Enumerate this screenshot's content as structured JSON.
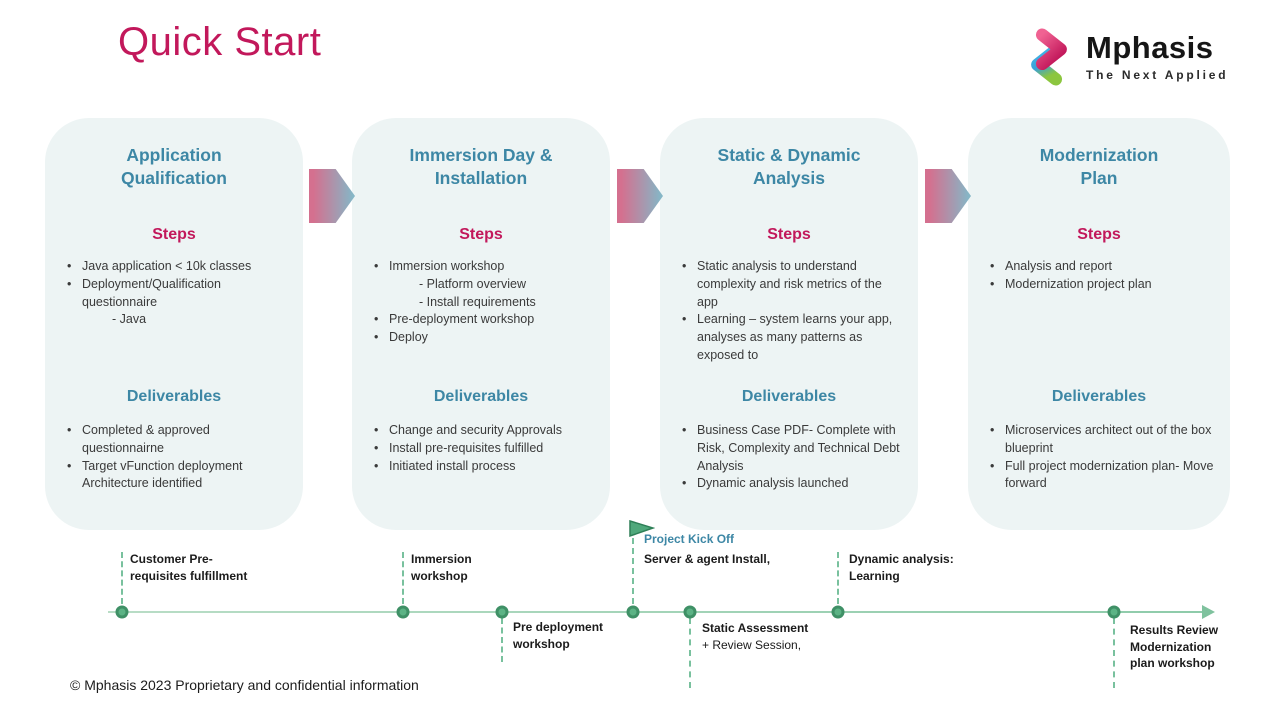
{
  "header": {
    "title": "Quick Start",
    "logo": {
      "brand": "Mphasis",
      "tagline": "The Next Applied"
    }
  },
  "cards": [
    {
      "title": "Application\nQualification",
      "steps_label": "Steps",
      "steps": [
        {
          "text": "Java application < 10k classes"
        },
        {
          "text": "Deployment/Qualification questionnaire",
          "sub": [
            "- Java"
          ]
        }
      ],
      "deliverables_label": "Deliverables",
      "deliverables": [
        {
          "text": "Completed & approved questionnairne"
        },
        {
          "text": "Target vFunction deployment Architecture identified"
        }
      ]
    },
    {
      "title": "Immersion Day &\nInstallation",
      "steps_label": "Steps",
      "steps": [
        {
          "text": "Immersion workshop",
          "sub": [
            "- Platform overview",
            "- Install requirements"
          ]
        },
        {
          "text": "Pre-deployment workshop"
        },
        {
          "text": "Deploy"
        }
      ],
      "deliverables_label": "Deliverables",
      "deliverables": [
        {
          "text": "Change and security Approvals"
        },
        {
          "text": "Install pre-requisites fulfilled"
        },
        {
          "text": "Initiated install process"
        }
      ]
    },
    {
      "title": "Static & Dynamic\nAnalysis",
      "steps_label": "Steps",
      "steps": [
        {
          "text": "Static analysis to understand complexity and risk metrics of the app"
        },
        {
          "text": "Learning – system learns your app, analyses as many patterns as exposed to"
        }
      ],
      "deliverables_label": "Deliverables",
      "deliverables": [
        {
          "text": "Business Case PDF- Complete with Risk, Complexity and Technical Debt Analysis"
        },
        {
          "text": "Dynamic analysis  launched"
        }
      ]
    },
    {
      "title": "Modernization\nPlan",
      "steps_label": "Steps",
      "steps": [
        {
          "text": "Analysis and report"
        },
        {
          "text": "Modernization project plan"
        }
      ],
      "deliverables_label": "Deliverables",
      "deliverables": [
        {
          "text": "Microservices architect out of the box blueprint"
        },
        {
          "text": "Full project modernization plan- Move forward"
        }
      ]
    }
  ],
  "timeline": {
    "milestones": [
      {
        "side": "above",
        "lines": [
          {
            "text": "Customer Pre-",
            "bold": true
          },
          {
            "text": "requisites fulfillment",
            "bold": true
          }
        ]
      },
      {
        "side": "above",
        "lines": [
          {
            "text": "Immersion",
            "bold": true
          },
          {
            "text": "workshop",
            "bold": true
          }
        ]
      },
      {
        "side": "below",
        "lines": [
          {
            "text": "Pre deployment",
            "bold": true
          },
          {
            "text": "workshop",
            "bold": true
          }
        ]
      },
      {
        "side": "above",
        "flag": true,
        "kickoff_label": "Project Kick Off",
        "lines": [
          {
            "text": "Server & agent Install,",
            "bold": true
          }
        ]
      },
      {
        "side": "below",
        "lines": [
          {
            "text": "Static Assessment",
            "bold": true
          },
          {
            "text": "+ Review Session,",
            "bold": false
          }
        ]
      },
      {
        "side": "above",
        "lines": [
          {
            "text": "Dynamic analysis:",
            "bold": true
          },
          {
            "text": "Learning",
            "bold": true
          }
        ]
      },
      {
        "side": "below",
        "lines": [
          {
            "text": "Results Review",
            "bold": true
          },
          {
            "text": "Modernization",
            "bold": true
          },
          {
            "text": "plan workshop",
            "bold": true
          }
        ]
      }
    ]
  },
  "footer": {
    "copyright": "© Mphasis 2023  Proprietary and confidential information"
  },
  "colors": {
    "accent_pink": "#c2185b",
    "accent_teal": "#3d87a5",
    "card_background": "#edf4f4",
    "timeline_green": "#5cb385",
    "arrow_gradient_start": "#d4708f",
    "arrow_gradient_end": "#86b6c6"
  }
}
